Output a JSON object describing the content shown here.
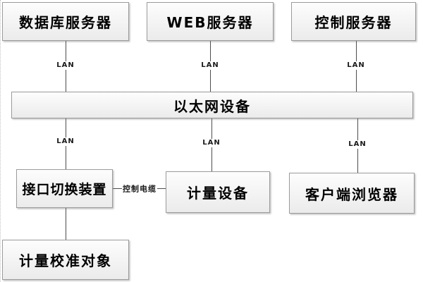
{
  "diagram": {
    "nodes": {
      "db": {
        "label": "数据库服务器"
      },
      "web": {
        "label": "WEB服务器"
      },
      "ctrl": {
        "label": "控制服务器"
      },
      "eth": {
        "label": "以太网设备"
      },
      "switch": {
        "label": "接口切换装置"
      },
      "meter": {
        "label": "计量设备"
      },
      "browser": {
        "label": "客户端浏览器"
      },
      "calib": {
        "label": "计量校准对象"
      }
    },
    "edge_labels": {
      "lan": "LAN",
      "control_cable": "控制电缆"
    },
    "colors": {
      "background": "#ffffff",
      "node_fill_top": "#fdfdfd",
      "node_fill_bottom": "#ebebeb",
      "node_border": "#9b9b9b",
      "connector_line": "#4d4d4d",
      "text": "#000000"
    }
  }
}
